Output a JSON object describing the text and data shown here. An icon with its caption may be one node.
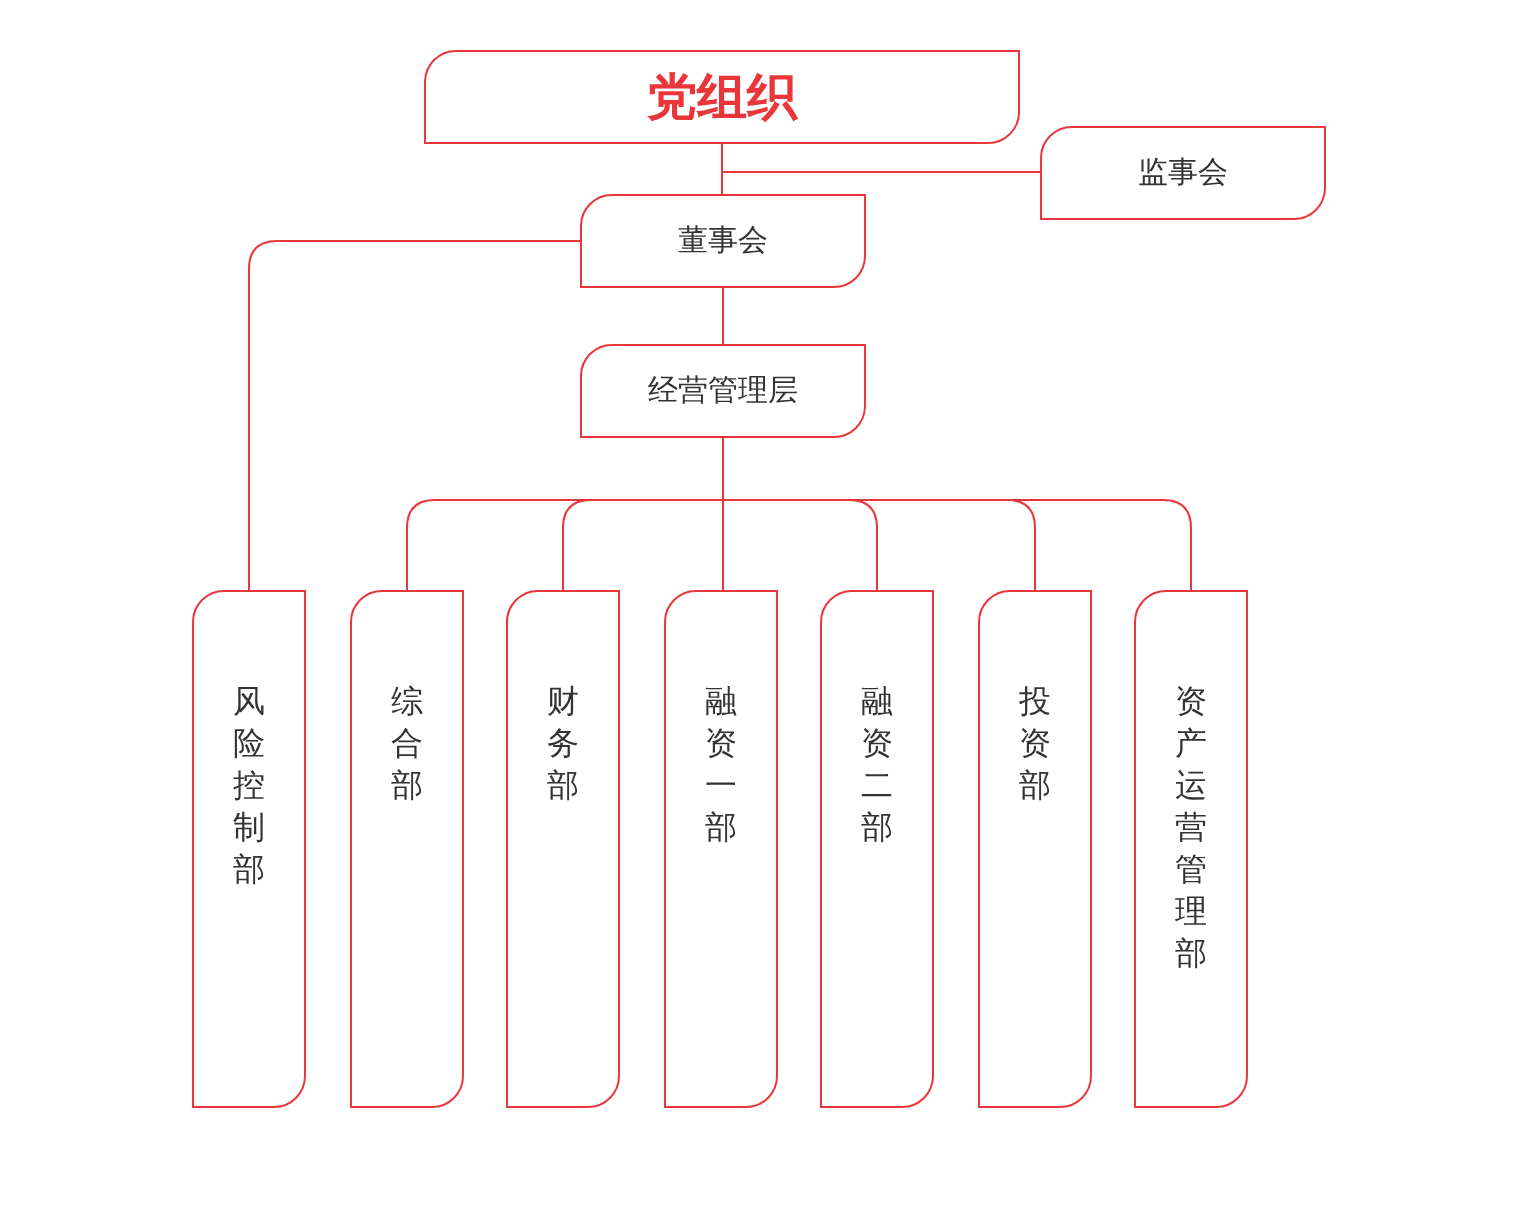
{
  "diagram": {
    "nodes": [
      {
        "text": [
          "党组织"
        ]
      },
      {
        "text": [
          "监事会"
        ]
      },
      {
        "text": [
          "董事会"
        ]
      },
      {
        "text": [
          "经营管理层"
        ]
      },
      {
        "text": [
          "风险控制部"
        ]
      },
      {
        "text": [
          "综合部"
        ]
      },
      {
        "text": [
          "财务部"
        ]
      },
      {
        "text": [
          "融资一部"
        ]
      },
      {
        "text": [
          "融资二部"
        ]
      },
      {
        "text": [
          "投资部"
        ]
      },
      {
        "text": [
          "资产运营管理部"
        ]
      }
    ],
    "edges": [
      {
        "from": 0,
        "to": 2,
        "arrow": "none"
      },
      {
        "from": 0,
        "to": 1,
        "arrow": "none"
      },
      {
        "from": 2,
        "to": 3,
        "arrow": "none"
      },
      {
        "from": 2,
        "to": 4,
        "arrow": "none"
      },
      {
        "from": 3,
        "to": 5,
        "arrow": "none"
      },
      {
        "from": 3,
        "to": 6,
        "arrow": "none"
      },
      {
        "from": 3,
        "to": 7,
        "arrow": "none"
      },
      {
        "from": 3,
        "to": 8,
        "arrow": "none"
      },
      {
        "from": 3,
        "to": 9,
        "arrow": "none"
      },
      {
        "from": 3,
        "to": 10,
        "arrow": "none"
      }
    ]
  }
}
